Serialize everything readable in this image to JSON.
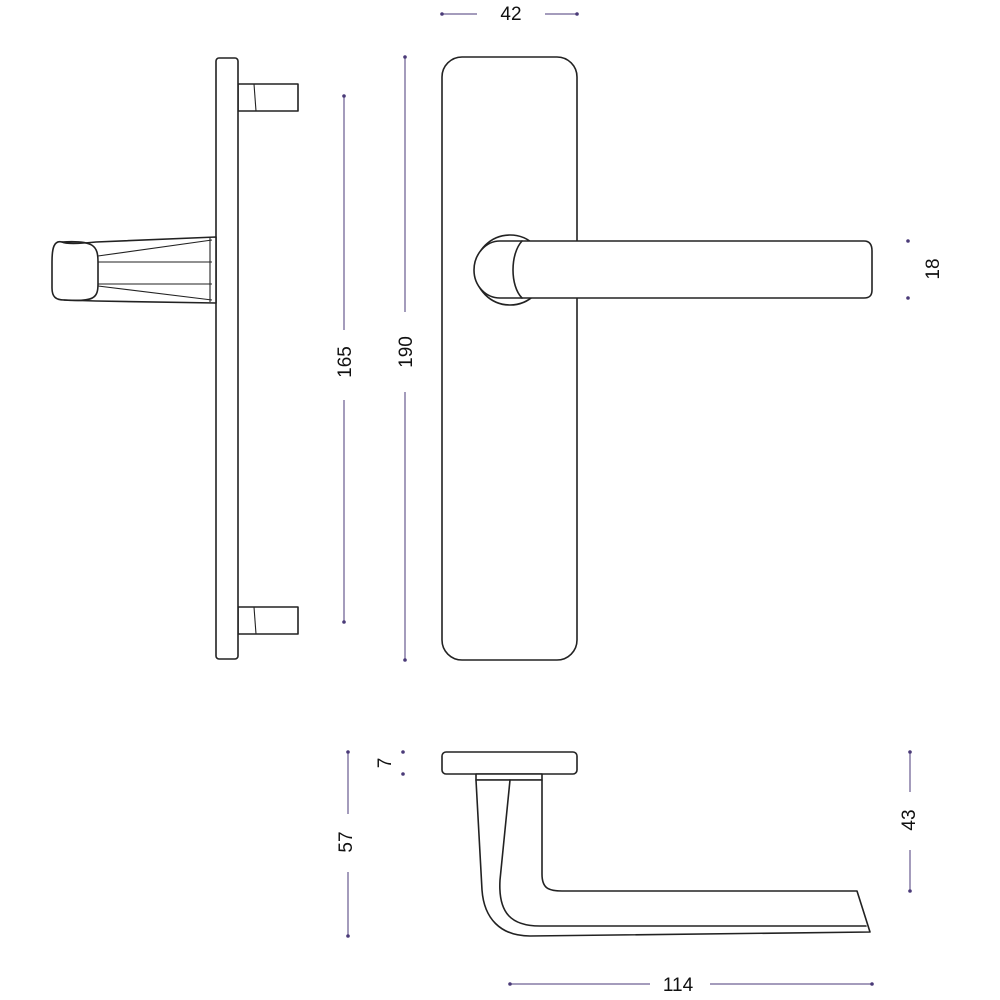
{
  "dimensions": {
    "plate_width": "42",
    "screw_spacing": "165",
    "plate_height": "190",
    "lever_thickness": "18",
    "rose_thickness": "7",
    "total_depth": "57",
    "lever_depth": "43",
    "lever_length": "114"
  },
  "colors": {
    "outline": "#222222",
    "dimension_line": "#4a3a78",
    "background": "#ffffff"
  }
}
